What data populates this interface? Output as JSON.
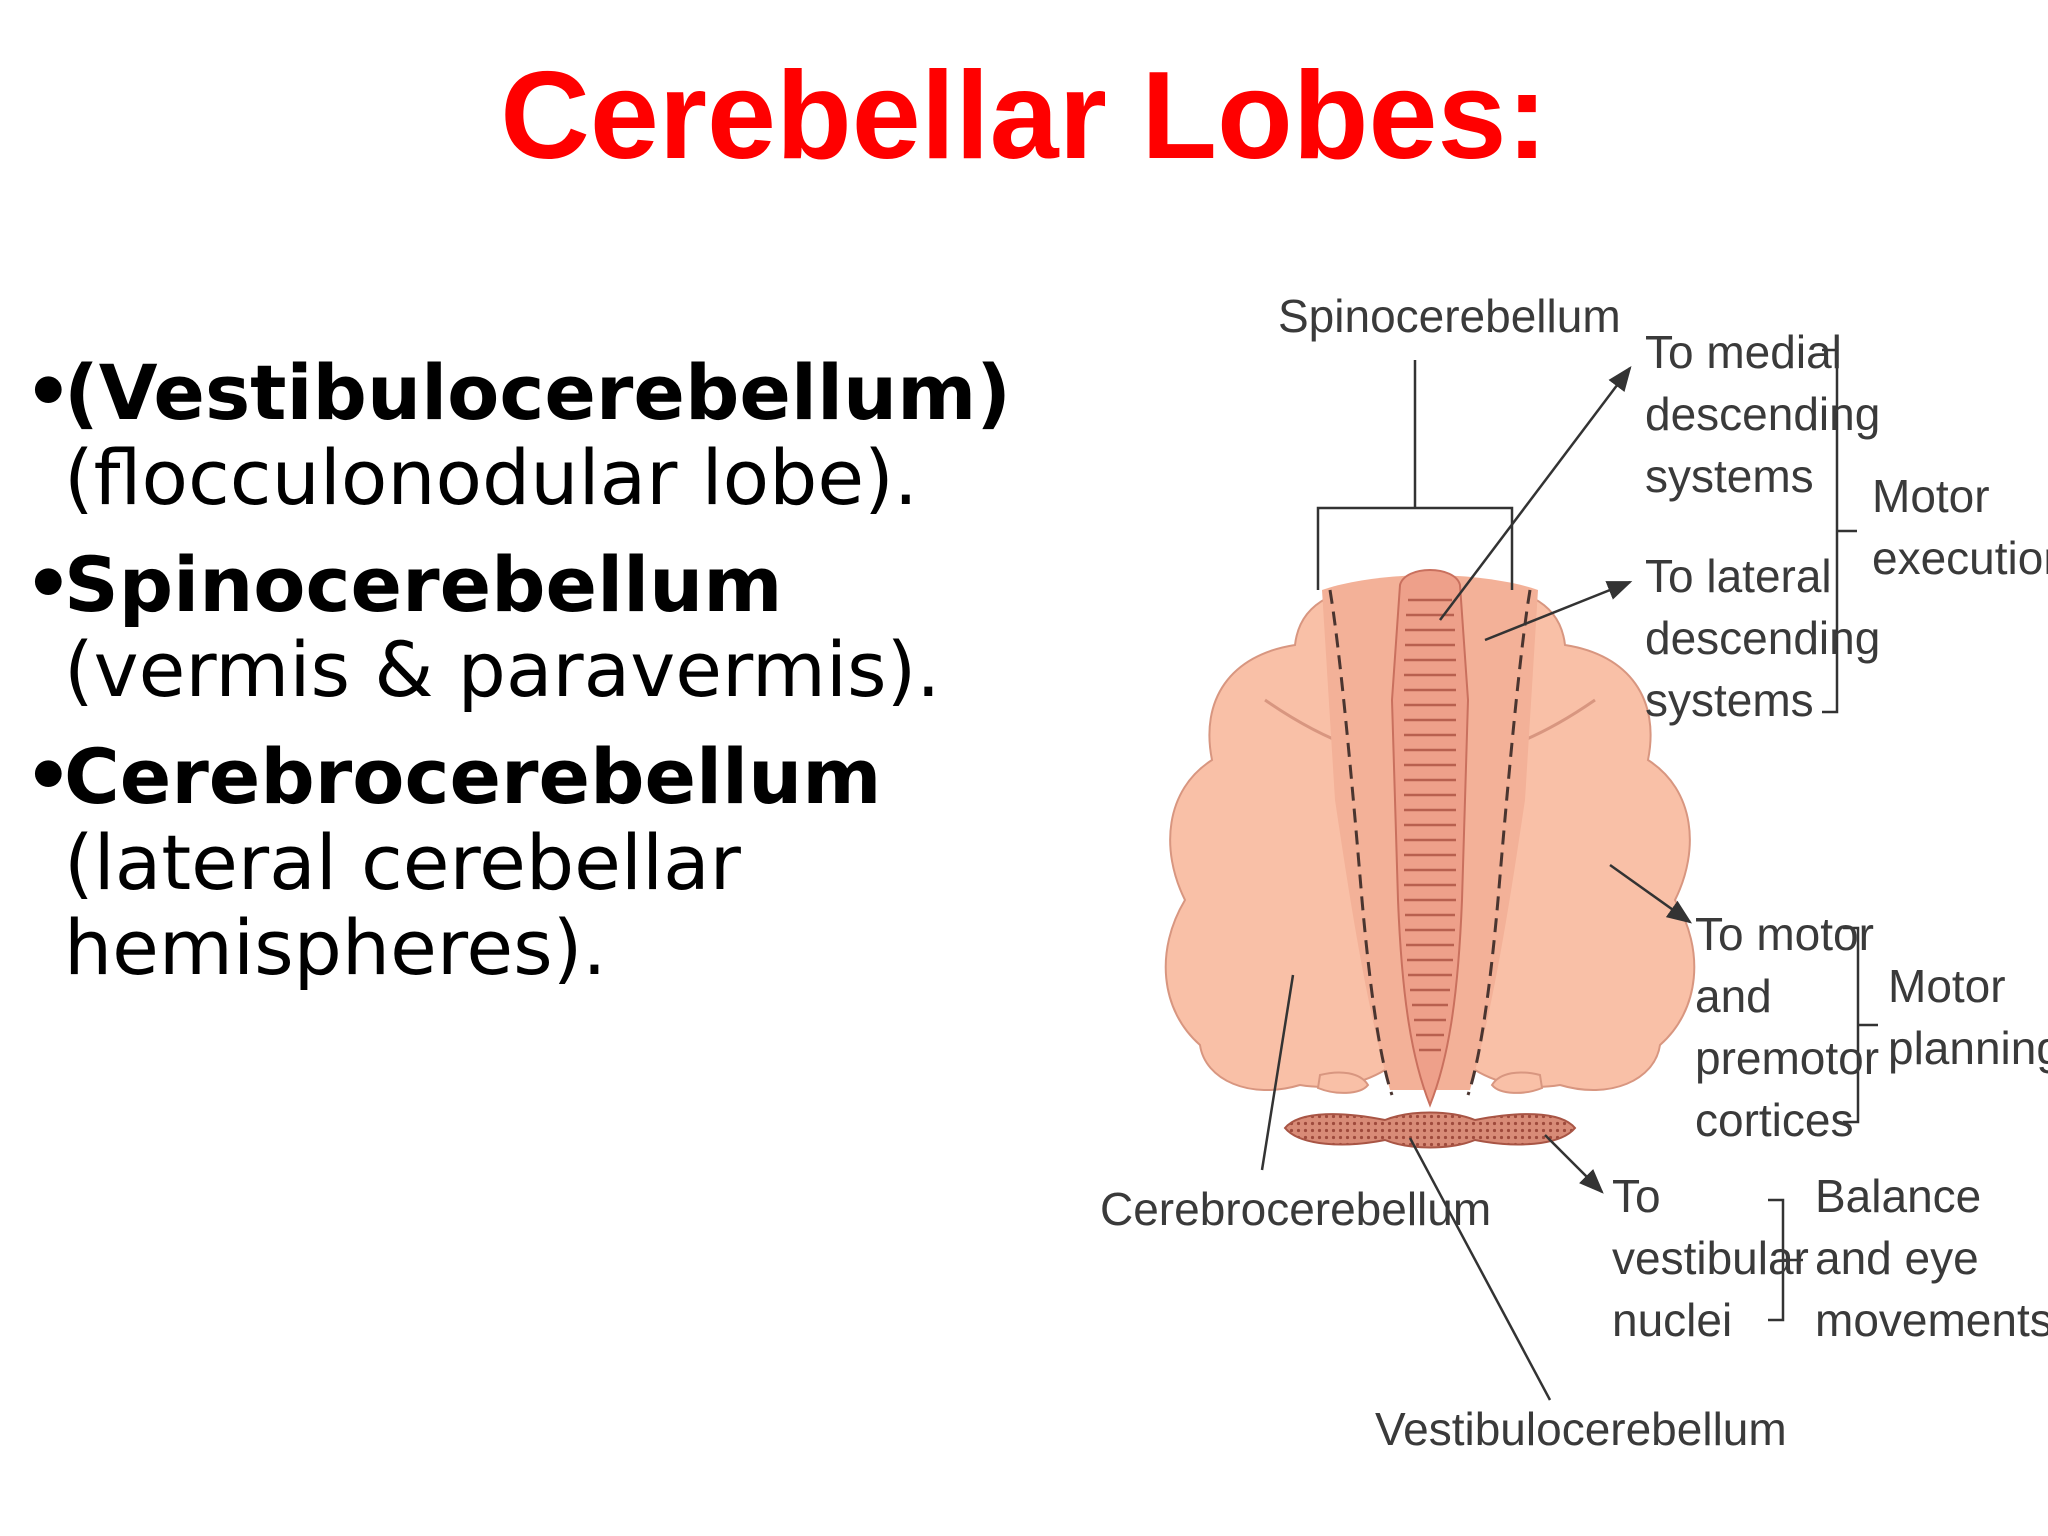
{
  "slide": {
    "title": "Cerebellar Lobes:",
    "bullets": [
      {
        "marker": "•",
        "term": "(Vestibulocerebellum)",
        "detail": [
          "(flocculonodular lobe)."
        ]
      },
      {
        "marker": "•",
        "term": "Spinocerebellum",
        "detail": [
          "(vermis & paravermis)."
        ]
      },
      {
        "marker": "•",
        "term": "Cerebrocerebellum",
        "detail": [
          "(lateral cerebellar",
          "hemispheres)."
        ]
      }
    ]
  },
  "diagram": {
    "labels": {
      "spinocerebellum": "Spinocerebellum",
      "cerebrocerebellum": "Cerebrocerebellum",
      "vestibulocerebellum": "Vestibulocerebellum"
    },
    "outputs": {
      "medial": [
        "To medial",
        "descending",
        "systems"
      ],
      "lateral": [
        "To lateral",
        "descending",
        "systems"
      ],
      "motor_cortex": [
        "To motor",
        "and",
        "premotor",
        "cortices"
      ],
      "vestibular": [
        "To",
        "vestibular",
        "nuclei"
      ]
    },
    "functions": {
      "motor_execution": [
        "Motor",
        "execution"
      ],
      "motor_planning": [
        "Motor",
        "planning"
      ],
      "balance": [
        "Balance",
        "and eye",
        "movements"
      ]
    },
    "colors": {
      "hemisphere": "#f9c0a7",
      "vermis": "#eea08a",
      "flocculonodular": "#c9705e",
      "outline": "#d89680",
      "line": "#333333"
    }
  }
}
